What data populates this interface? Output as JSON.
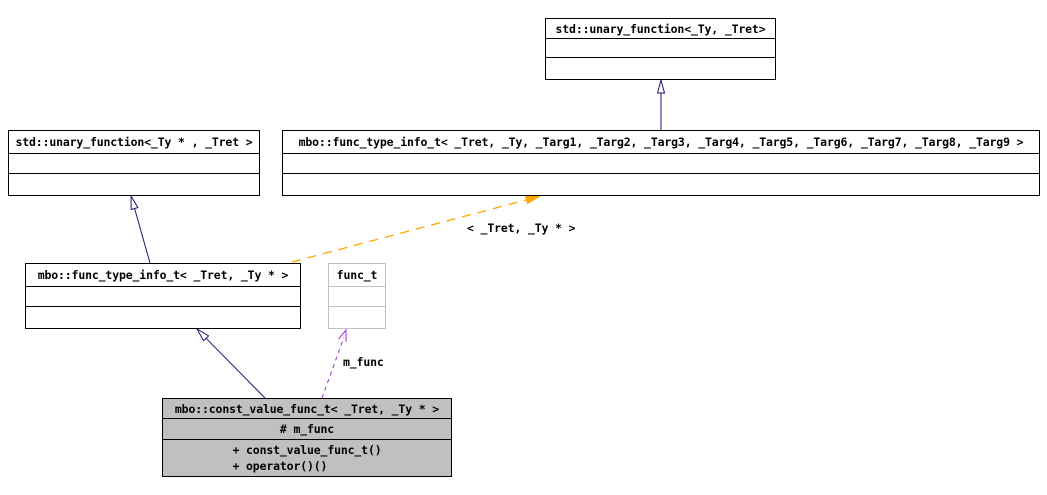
{
  "diagram": {
    "type": "uml-class-inheritance-diagram",
    "colors": {
      "inheritance_arrow": "#191970",
      "template_instantiation_arrow": "#ffa500",
      "usage_arrow": "#9932cc",
      "current_class_fill": "#c0c0c0",
      "undocumented_border": "#c0c0c0",
      "box_fill": "#ffffff",
      "box_border": "#000000",
      "text": "#000000"
    },
    "classes": [
      {
        "title": "std::unary_function<_Ty, _Tret>"
      },
      {
        "title": "std::unary_function<_Ty * , _Tret >"
      },
      {
        "title": "mbo::func_type_info_t< _Tret, _Ty, _Targ1, _Targ2, _Targ3, _Targ4, _Targ5, _Targ6, _Targ7, _Targ8, _Targ9 >"
      },
      {
        "title": "mbo::func_type_info_t< _Tret, _Ty * >"
      },
      {
        "title": "func_t"
      },
      {
        "title": "mbo::const_value_func_t< _Tret, _Ty * >",
        "attributes": [
          "# m_func"
        ],
        "methods": [
          "+ const_value_func_t()",
          "+ operator()()"
        ]
      }
    ],
    "edge_labels": {
      "template_args": "< _Tret, _Ty * >",
      "member_usage": "m_func"
    }
  }
}
